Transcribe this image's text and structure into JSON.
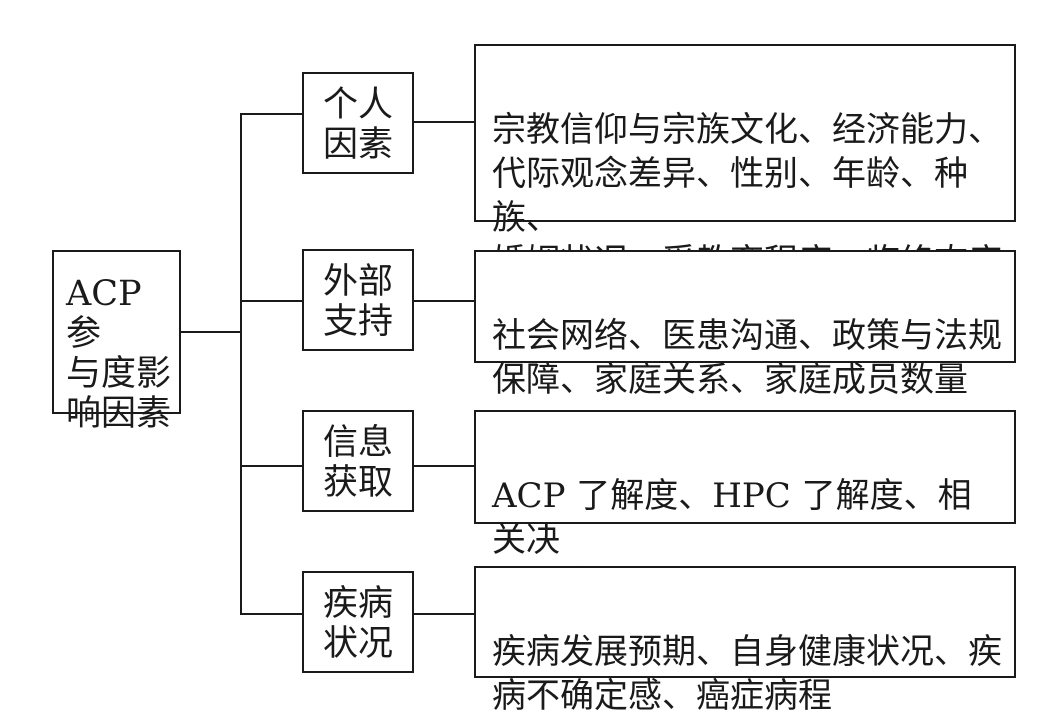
{
  "root": {
    "label": "ACP 参\n与度影\n响因素"
  },
  "factors": [
    {
      "label": "个人\n因素",
      "detail": "宗教信仰与宗族文化、经济能力、\n代际观念差异、性别、年龄、种族、\n婚姻状况、受教育程度、临终态度"
    },
    {
      "label": "外部\n支持",
      "detail": "社会网络、医患沟通、政策与法规\n保障、家庭关系、家庭成员数量"
    },
    {
      "label": "信息\n获取",
      "detail": "ACP 了解度、HPC 了解度、相关决\n策经验、代理决策者 – 患者沟通"
    },
    {
      "label": "疾病\n状况",
      "detail": "疾病发展预期、自身健康状况、疾\n病不确定感、癌症病程"
    }
  ],
  "colors": {
    "line": "#1a1a1a",
    "background": "#ffffff"
  }
}
